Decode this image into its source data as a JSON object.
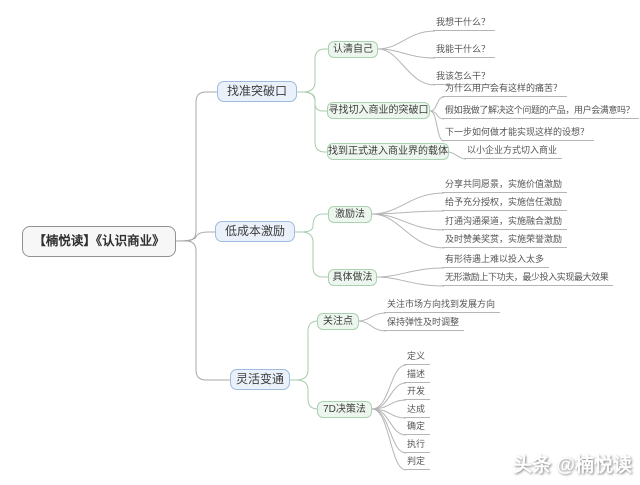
{
  "root": {
    "label": "【楠悦读】《认识商业》"
  },
  "branches": [
    {
      "label": "找准突破口",
      "children": [
        {
          "label": "认清自己",
          "leaves": [
            "我想干什么？",
            "我能干什么？",
            "我该怎么干？"
          ]
        },
        {
          "label": "寻找切入商业的突破口",
          "leaves": [
            "为什么用户会有这样的痛苦？",
            "假如我做了解决这个问题的产品，用户会满意吗？",
            "下一步如何做才能实现这样的设想？"
          ]
        },
        {
          "label": "找到正式进入商业界的载体",
          "leaves": [
            "以小企业方式切入商业"
          ]
        }
      ]
    },
    {
      "label": "低成本激励",
      "children": [
        {
          "label": "激励法",
          "leaves": [
            "分享共同愿景，实施价值激励",
            "给予充分授权，实施信任激励",
            "打通沟通渠道，实施融合激励",
            "及时赞美奖赏，实施荣誉激励"
          ]
        },
        {
          "label": "具体做法",
          "leaves": [
            "有形待遇上难以投入太多",
            "无形激励上下功夫，最少投入实现最大效果"
          ]
        }
      ]
    },
    {
      "label": "灵活变通",
      "children": [
        {
          "label": "关注点",
          "leaves": [
            "关注市场方向找到发展方向",
            "保持弹性及时调整"
          ]
        },
        {
          "label": "7D决策法",
          "leaves": [
            "定义",
            "描述",
            "开发",
            "达成",
            "确定",
            "执行",
            "判定"
          ]
        }
      ]
    }
  ],
  "watermark": {
    "text": "头条 @楠悦读"
  },
  "colors": {
    "root_fill": "#F7F7F7",
    "root_border": "#929292",
    "branch_fill": "#EAF1FA",
    "branch_border": "#9FBBDD",
    "topic_fill": "#EDF6EE",
    "topic_border": "#A9D2B0",
    "connector_gray": "#A8A8A8",
    "connector_green": "#A9CBAE",
    "leaf_line": "#B5B5B5"
  }
}
